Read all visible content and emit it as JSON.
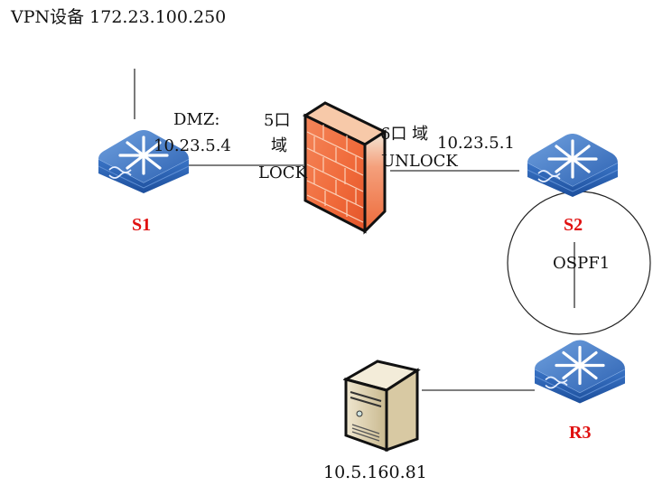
{
  "title": "VPN设备 172.23.100.250",
  "nodes": {
    "s1": {
      "label": "S1",
      "type": "switch"
    },
    "s2": {
      "label": "S2",
      "type": "switch"
    },
    "r3": {
      "label": "R3",
      "type": "router"
    },
    "firewall": {
      "type": "firewall"
    },
    "server": {
      "type": "server",
      "label": "10.5.160.81"
    }
  },
  "annotations": {
    "dmz_label": "DMZ:",
    "dmz_ip": "10.23.5.4",
    "port5_label": "5口",
    "port5_zone": "域",
    "port5_state": "LOCK",
    "port6_label": "6口  域",
    "port6_state": "UNLOCK",
    "s2_ip": "10.23.5.1",
    "ospf_label": "OSPF1"
  },
  "colors": {
    "device_label": "#e01010",
    "switch_blue": "#2f6fc0",
    "firewall_orange": "#f06a3a"
  }
}
